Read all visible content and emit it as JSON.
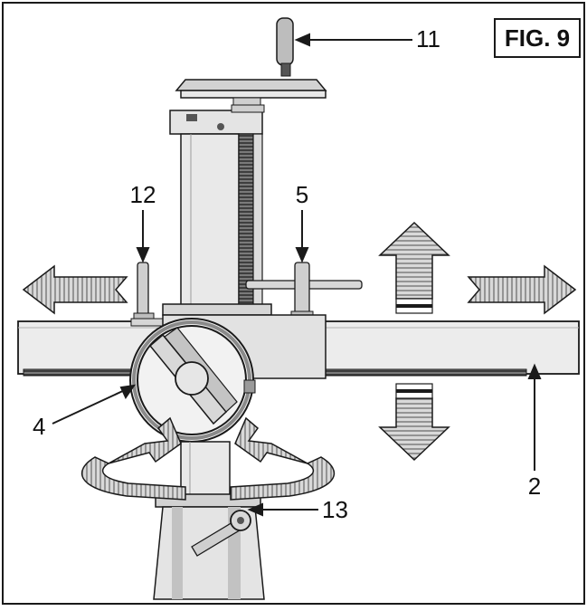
{
  "figure": {
    "title": "FIG. 9",
    "callouts": {
      "c11": "11",
      "c12": "12",
      "c5": "5",
      "c4": "4",
      "c2": "2",
      "c13": "13"
    }
  },
  "colors": {
    "outline": "#1a1a1a",
    "light_fill": "#e6e6e6",
    "mid_fill": "#c8c8c8",
    "dark_fill": "#8a8a8a",
    "arrow_fill": "#b5b5b5"
  }
}
